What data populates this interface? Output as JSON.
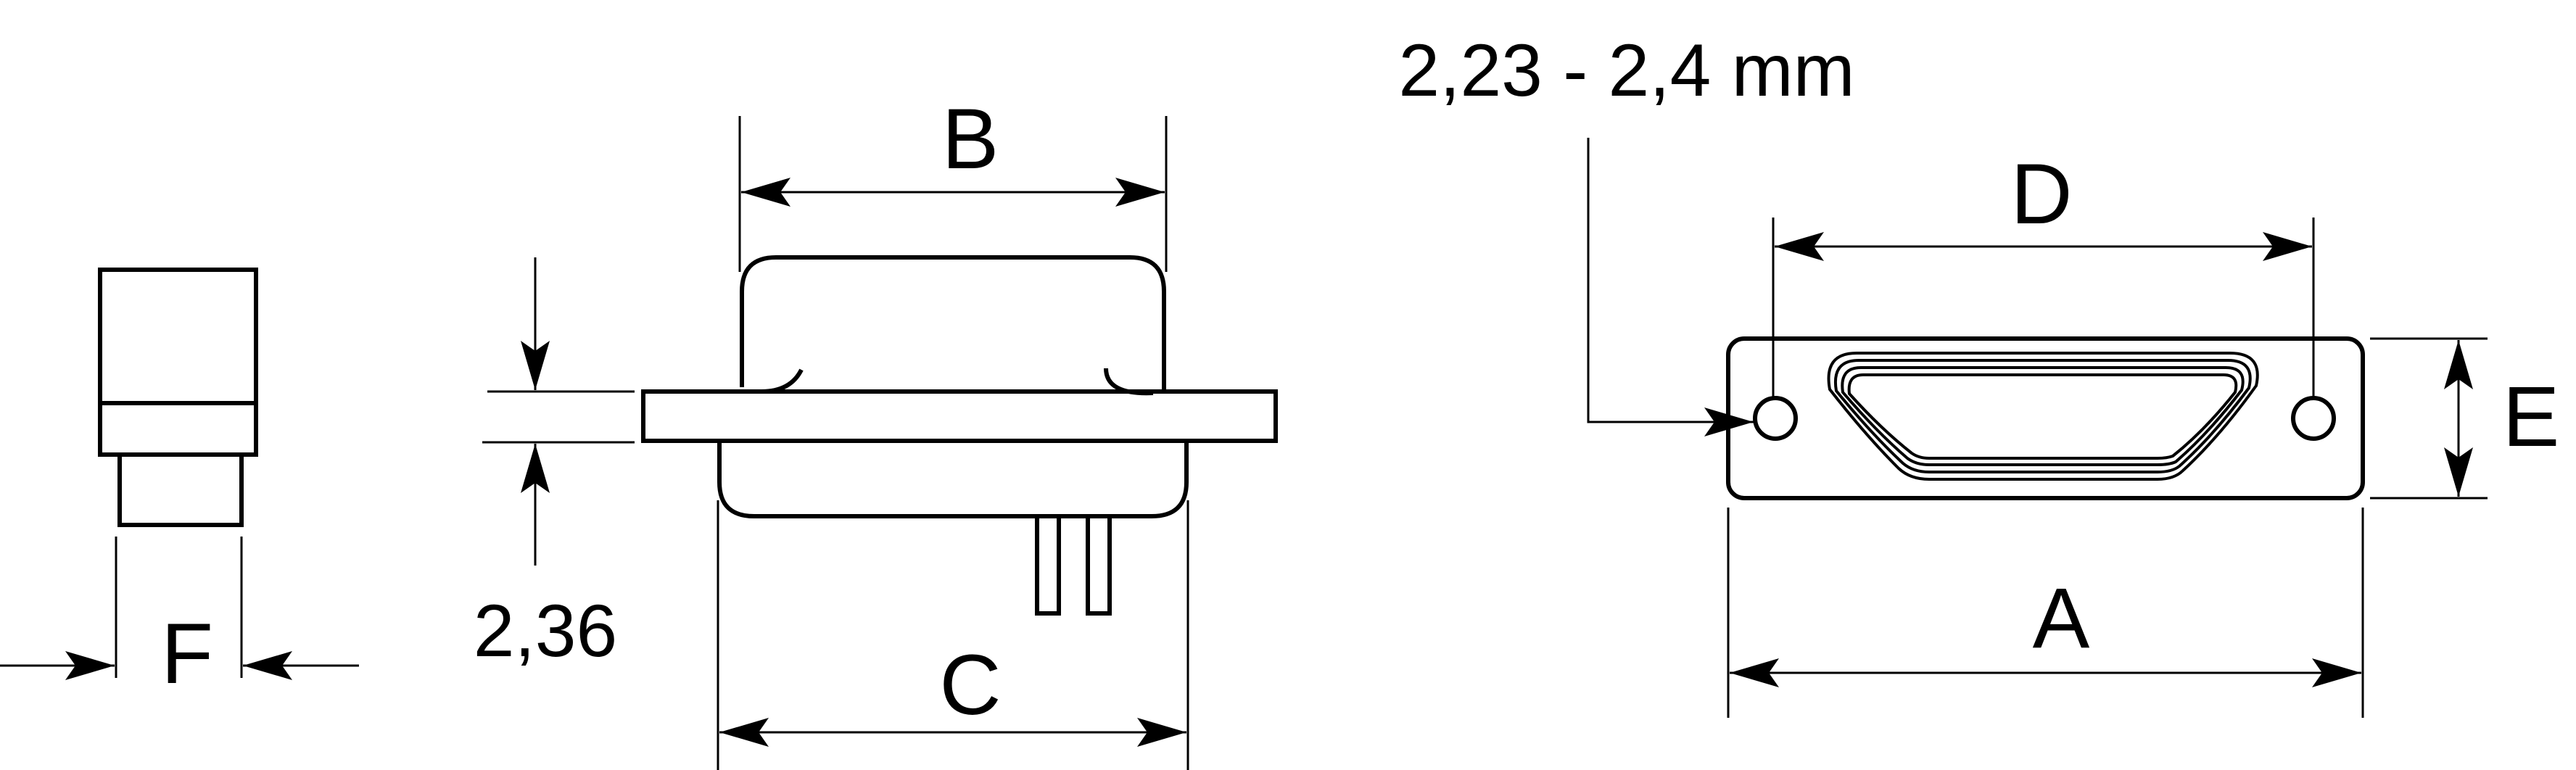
{
  "labels": {
    "a": "A",
    "b": "B",
    "c": "C",
    "d": "D",
    "e": "E",
    "f": "F"
  },
  "dimensions": {
    "flange_thickness": "2,36",
    "hole_diameter": "2,23 - 2,4 mm"
  }
}
